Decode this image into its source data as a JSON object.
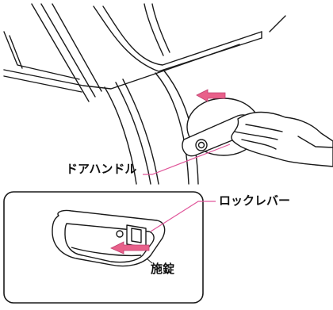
{
  "labels": {
    "door_handle": "ドアハンドル",
    "lock_lever": "ロックレバー",
    "locking": "施錠"
  },
  "colors": {
    "line": "#1a1a1a",
    "leader": "#e0569a",
    "arrow": "#e8608a",
    "hand_fill": "#ffffff",
    "background": "#ffffff"
  },
  "icons": {
    "pull_arrow": "arrow-left-pink",
    "lock_arrow": "arrow-left-pink"
  }
}
